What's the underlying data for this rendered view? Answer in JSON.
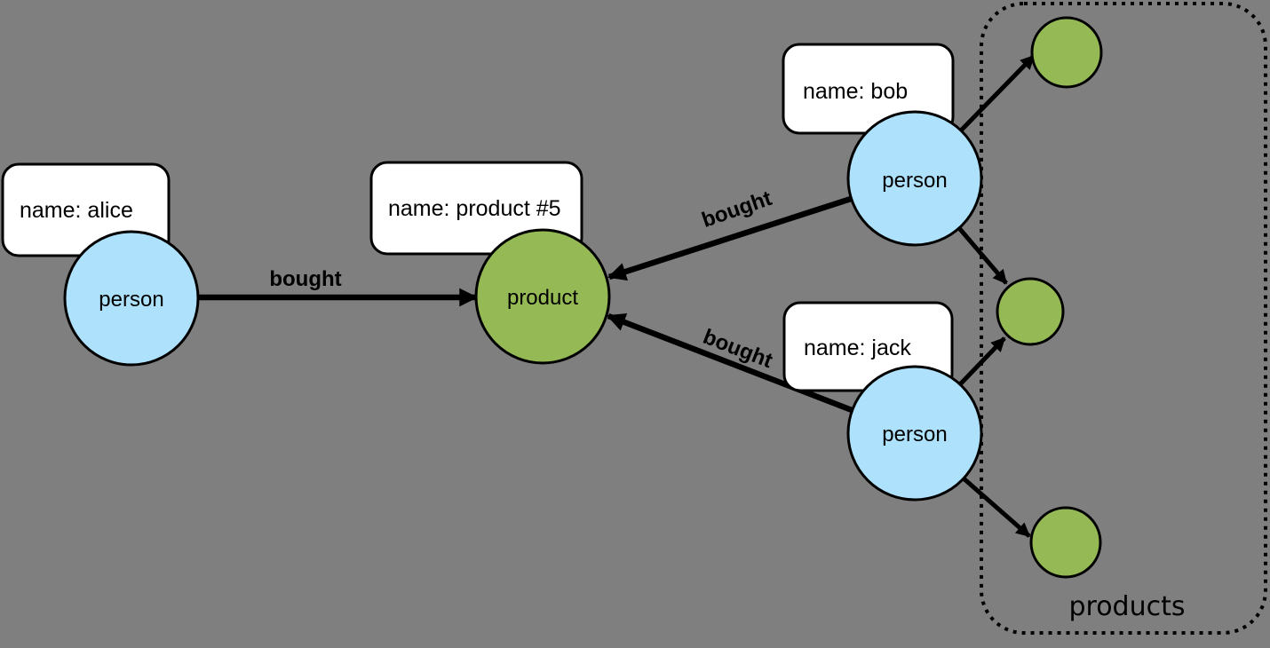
{
  "diagram": {
    "type": "property-graph",
    "group": {
      "label": "products",
      "members": [
        "product-a",
        "product-b",
        "product-c"
      ]
    },
    "nodes": [
      {
        "id": "alice",
        "kind": "person",
        "label": "person",
        "property": "name: alice"
      },
      {
        "id": "product5",
        "kind": "product",
        "label": "product",
        "property": "name: product #5"
      },
      {
        "id": "bob",
        "kind": "person",
        "label": "person",
        "property": "name: bob"
      },
      {
        "id": "jack",
        "kind": "person",
        "label": "person",
        "property": "name: jack"
      },
      {
        "id": "product-a",
        "kind": "product",
        "label": ""
      },
      {
        "id": "product-b",
        "kind": "product",
        "label": ""
      },
      {
        "id": "product-c",
        "kind": "product",
        "label": ""
      }
    ],
    "edges": [
      {
        "from": "alice",
        "to": "product5",
        "label": "bought"
      },
      {
        "from": "bob",
        "to": "product5",
        "label": "bought"
      },
      {
        "from": "jack",
        "to": "product5",
        "label": "bought"
      },
      {
        "from": "bob",
        "to": "product-a",
        "label": ""
      },
      {
        "from": "bob",
        "to": "product-b",
        "label": ""
      },
      {
        "from": "jack",
        "to": "product-b",
        "label": ""
      },
      {
        "from": "jack",
        "to": "product-c",
        "label": ""
      }
    ],
    "colors": {
      "background": "#7f7f7f",
      "person_fill": "#aee1fb",
      "product_fill": "#94b955",
      "stroke": "#000000",
      "property_box_fill": "#ffffff"
    }
  }
}
